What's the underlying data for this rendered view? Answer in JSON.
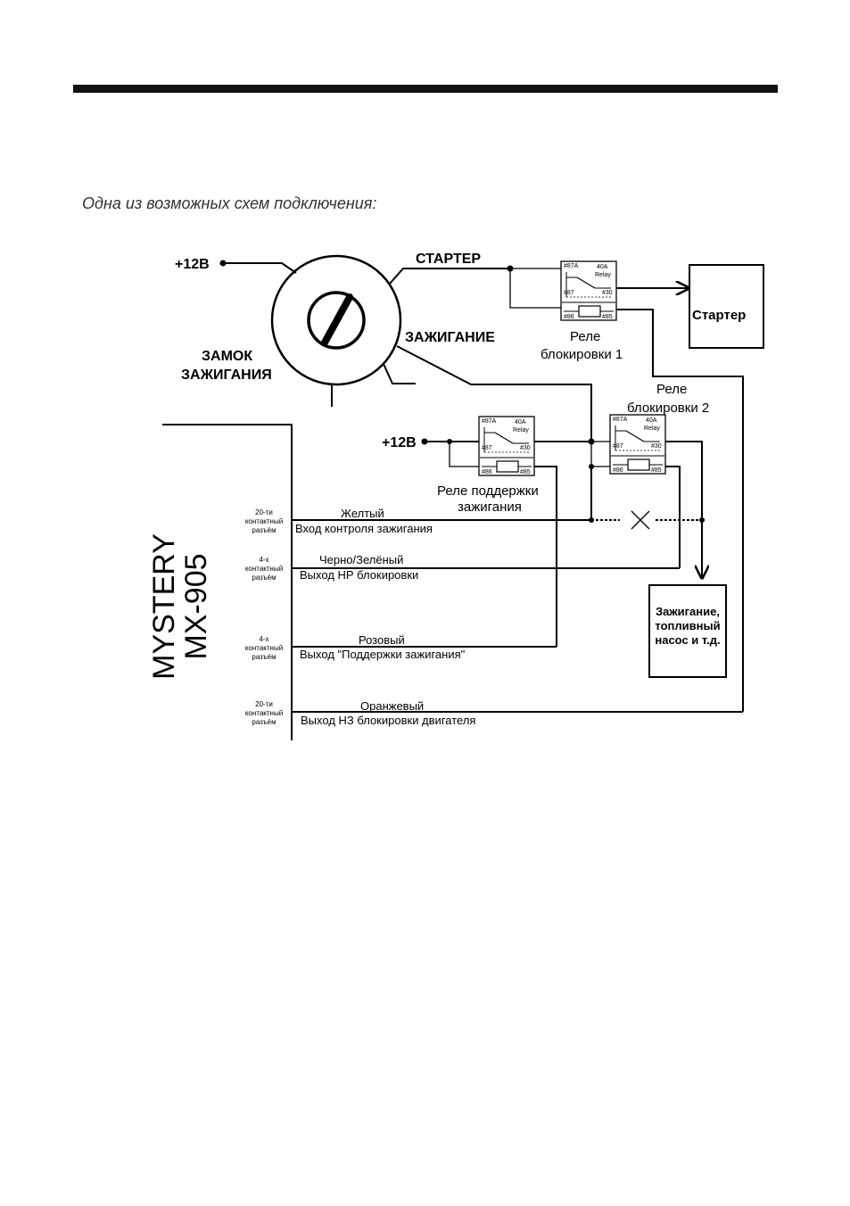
{
  "subtitle": "Одна из возможных схем подключения:",
  "device": {
    "line1": "MYSTERY",
    "line2": "MX-905"
  },
  "lock": {
    "line1": "ЗАМОК",
    "line2": "ЗАЖИГАНИЯ"
  },
  "plus12_top": "+12В",
  "plus12_mid": "+12В",
  "starter_label": "СТАРТЕР",
  "ignition_label": "ЗАЖИГАНИЕ",
  "starter_box": "Стартер",
  "ignition_box": {
    "line1": "Зажигание,",
    "line2": "топливный",
    "line3": "насос и т.д."
  },
  "relay1_caption": {
    "line1": "Реле",
    "line2": "блокировки 1"
  },
  "relay2_caption": {
    "line1": "Реле",
    "line2": "блокировки 2"
  },
  "relay3_caption": {
    "line1": "Реле поддержки",
    "line2": "зажигания"
  },
  "relay_pins": {
    "p87a": "#87A",
    "p87": "#87",
    "p30": "#30",
    "p86": "#86",
    "p85": "#85",
    "rating": "40A",
    "relay": "Relay"
  },
  "connectors": [
    {
      "line1": "20-ти",
      "line2": "контактный",
      "line3": "разъём",
      "color": "Желтый",
      "function": "Вход контроля зажигания"
    },
    {
      "line1": "4-х",
      "line2": "контактный",
      "line3": "разъём",
      "color": "Черно/Зелёный",
      "function": "Выход НР блокировки"
    },
    {
      "line1": "4-х",
      "line2": "контактный",
      "line3": "разъём",
      "color": "Розовый",
      "function": "Выход \"Поддержки зажигания\""
    },
    {
      "line1": "20-ти",
      "line2": "контактный",
      "line3": "разъём",
      "color": "Оранжевый",
      "function": "Выход НЗ блокировки двигателя"
    }
  ]
}
